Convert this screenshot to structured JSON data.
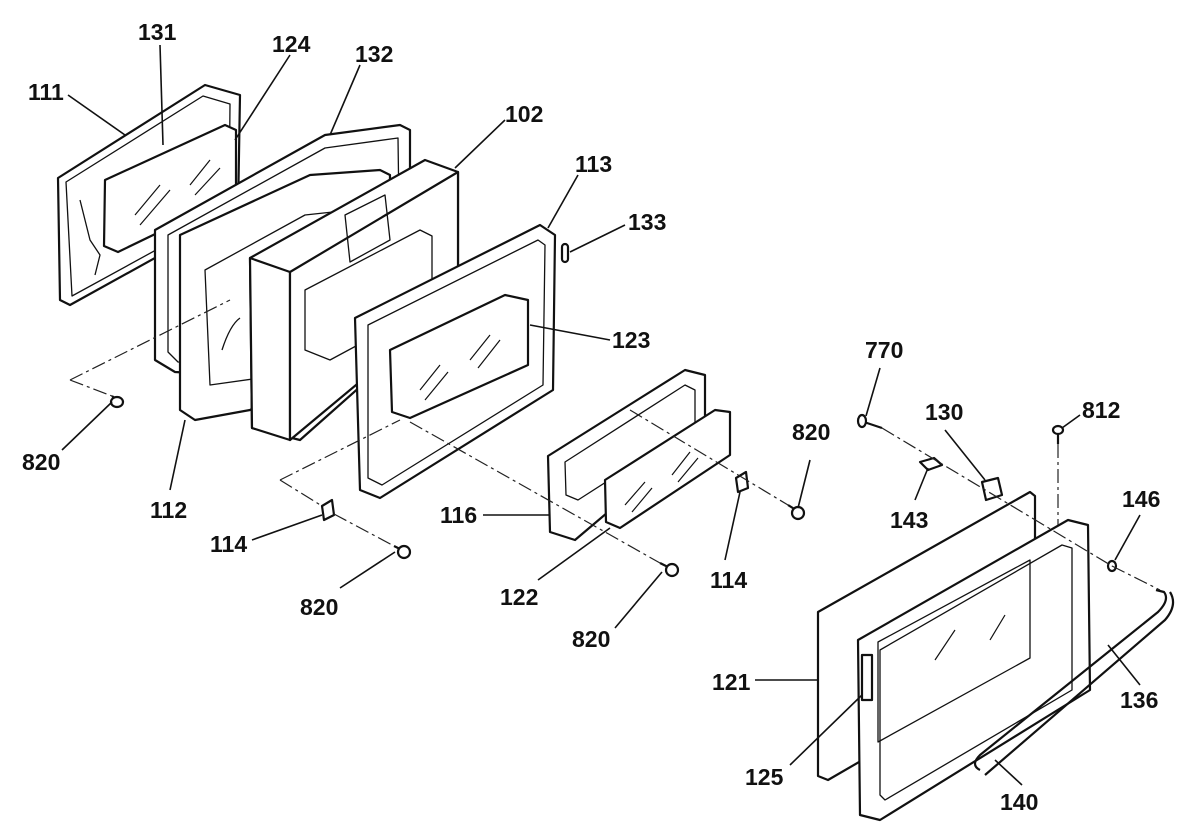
{
  "diagram": {
    "labels": {
      "l111": "111",
      "l131": "131",
      "l124": "124",
      "l132": "132",
      "l102": "102",
      "l113": "113",
      "l133": "133",
      "l123": "123",
      "l820a": "820",
      "l112": "112",
      "l114a": "114",
      "l820b": "820",
      "l116": "116",
      "l122": "122",
      "l114b": "114",
      "l820c": "820",
      "l820d": "820",
      "l770": "770",
      "l130": "130",
      "l812": "812",
      "l143": "143",
      "l146": "146",
      "l121": "121",
      "l136": "136",
      "l125": "125",
      "l140": "140"
    }
  }
}
